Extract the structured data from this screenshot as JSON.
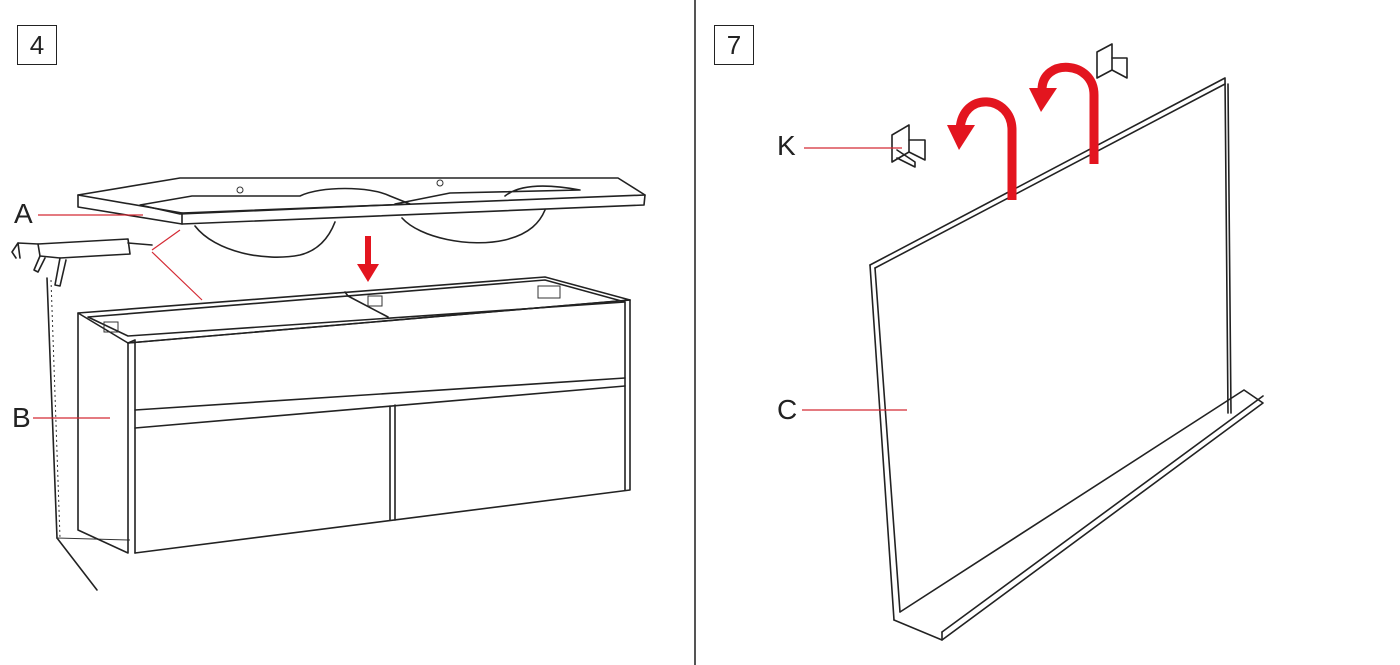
{
  "steps": [
    {
      "number": "4",
      "labels": {
        "a": "A",
        "b": "B"
      }
    },
    {
      "number": "7",
      "labels": {
        "k": "K",
        "c": "C"
      }
    }
  ],
  "colors": {
    "ink": "#222222",
    "accent": "#e3151f",
    "leader": "#d42a34"
  }
}
